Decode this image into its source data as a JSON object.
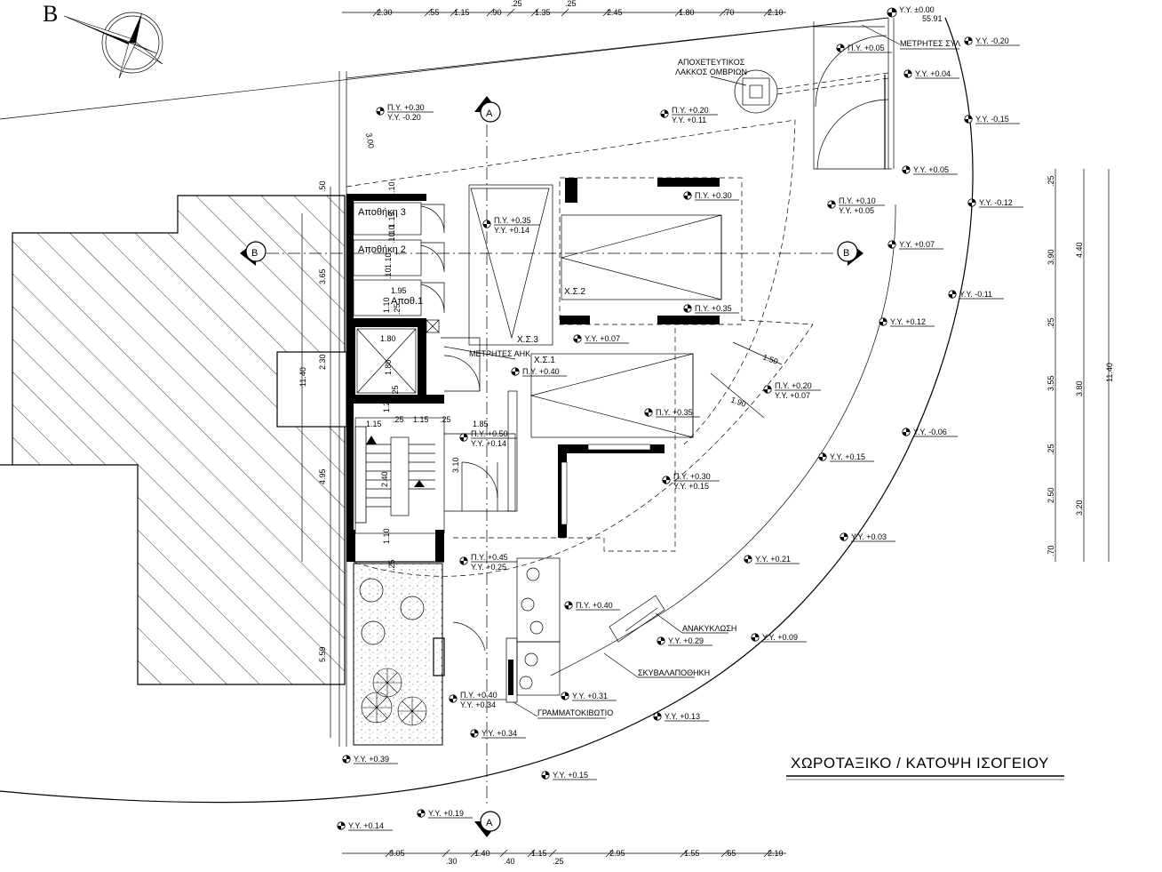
{
  "north_letter": "B",
  "title": "ΧΩΡΟΤΑΞΙΚΟ / ΚΑΤΟΨΗ ΙΣΟΓΕΙΟΥ",
  "top_dims": [
    "2.30",
    ".55",
    "1.15",
    ".90",
    ".25",
    "1.35",
    ".25",
    "2.45",
    "1.80",
    ".70",
    "2.10"
  ],
  "bottom_dims": [
    "3.05",
    ".30",
    "1.40",
    ".40",
    "1.15",
    ".25",
    "2.95",
    "1.55",
    ".65",
    "2.10"
  ],
  "right_dims_a": [
    ".25",
    "3.90",
    ".25",
    "3.55",
    ".25",
    "2.50",
    ".70"
  ],
  "right_dims_b": [
    "4.40",
    "3.80",
    "3.20"
  ],
  "right_dims_total": "11.40",
  "left_dims": [
    ".50",
    "3.65",
    "2.30",
    "4.95",
    "5.59"
  ],
  "left_total": "11.40",
  "datum": {
    "label": "Υ.Υ. ±0.00",
    "value": "55.91"
  },
  "section_marks": {
    "a": "A",
    "b": "B"
  },
  "rooms": {
    "storage3": "Αποθήκη 3",
    "storage2": "Αποθήκη 2",
    "storage1": "Αποθ.1",
    "parking1": "Χ.Σ.1",
    "parking2": "Χ.Σ.2",
    "parking3": "Χ.Σ.3"
  },
  "notes": {
    "meters_syl": "ΜΕΤΡΗΤΕΣ ΣΥΛ",
    "meters_ahk": "ΜΕΤΡΗΤΕΣ ΑΗΚ",
    "drain1": "ΑΠΟΧΕΤΕΥΤΙΚΟΣ",
    "drain2": "ΛΑΚΚΟΣ ΟΜΒΡΙΩΝ",
    "recycling": "ΑΝΑΚΥΚΛΩΣΗ",
    "garbage": "ΣΚΥΒΑΛΑΠΟΘΗΚΗ",
    "mailbox": "ΓΡΑΜΜΑΤΟΚΙΒΩΤΙΟ"
  },
  "inner_dims": {
    "d300": "3.00",
    "d110a": "1.10",
    "d115": "1.15",
    "d10a": ".10",
    "d10b": ".10",
    "d110b": "1.10",
    "d10c": ".10",
    "d195": "1.95",
    "d110c": "1.10",
    "d25a": ".25",
    "d180a": "1.80",
    "d180b": "1.80",
    "d25b": ".25",
    "d120": "1.20",
    "d25c": ".25",
    "d115b": "1.15",
    "d25d": ".25",
    "d115c": "1.15",
    "d185": "1.85",
    "d240": "2.40",
    "d310": "3.10",
    "d110d": "1.10",
    "d25e": ".25",
    "d150": "1.50",
    "d190": "1.90"
  },
  "levels": [
    {
      "a": "Π.Υ. +0.30",
      "b": "Υ.Υ. -0.20"
    },
    {
      "a": "Π.Υ. +0.20",
      "b": "Υ.Υ. +0.11"
    },
    {
      "a": "Π.Υ. +0.05"
    },
    {
      "a": "Υ.Υ. -0.20"
    },
    {
      "a": "Υ.Υ. +0.04"
    },
    {
      "a": "Υ.Υ. -0.15"
    },
    {
      "a": "Υ.Υ. +0.05"
    },
    {
      "a": "Π.Υ. +0.30"
    },
    {
      "a": "Π.Υ. +0.10",
      "b": "Υ.Υ. +0.05"
    },
    {
      "a": "Υ.Υ. -0.12"
    },
    {
      "a": "Π.Υ. +0.35",
      "b": "Υ.Υ. +0.14"
    },
    {
      "a": "Υ.Υ. +0.07"
    },
    {
      "a": "Υ.Υ. -0.11"
    },
    {
      "a": "Π.Υ. +0.35"
    },
    {
      "a": "Υ.Υ. +0.07"
    },
    {
      "a": "Υ.Υ. +0.12"
    },
    {
      "a": "Π.Υ. +0.40"
    },
    {
      "a": "Π.Υ. +0.20",
      "b": "Υ.Υ. +0.07"
    },
    {
      "a": "Π.Υ. +0.35"
    },
    {
      "a": "Υ.Υ. -0.06"
    },
    {
      "a": "Π.Υ. +0.50",
      "b": "Υ.Υ. +0.14"
    },
    {
      "a": "Υ.Υ. +0.15"
    },
    {
      "a": "Π.Υ. +0.30",
      "b": "Υ.Υ. +0.15"
    },
    {
      "a": "Υ.Υ. +0.03"
    },
    {
      "a": "Π.Υ. +0.45",
      "b": "Υ.Υ. +0.25"
    },
    {
      "a": "Υ.Υ. +0.21"
    },
    {
      "a": "Π.Υ. +0.40"
    },
    {
      "a": "Υ.Υ. +0.09"
    },
    {
      "a": "Υ.Υ. +0.29"
    },
    {
      "a": "Υ.Υ. +0.31"
    },
    {
      "a": "Π.Υ. +0.40",
      "b": "Υ.Υ. +0.34"
    },
    {
      "a": "Υ.Υ. +0.13"
    },
    {
      "a": "Υ.Υ. +0.34"
    },
    {
      "a": "Υ.Υ. +0.39"
    },
    {
      "a": "Υ.Υ. +0.15"
    },
    {
      "a": "Υ.Υ. +0.19"
    },
    {
      "a": "Υ.Υ. +0.14"
    }
  ]
}
